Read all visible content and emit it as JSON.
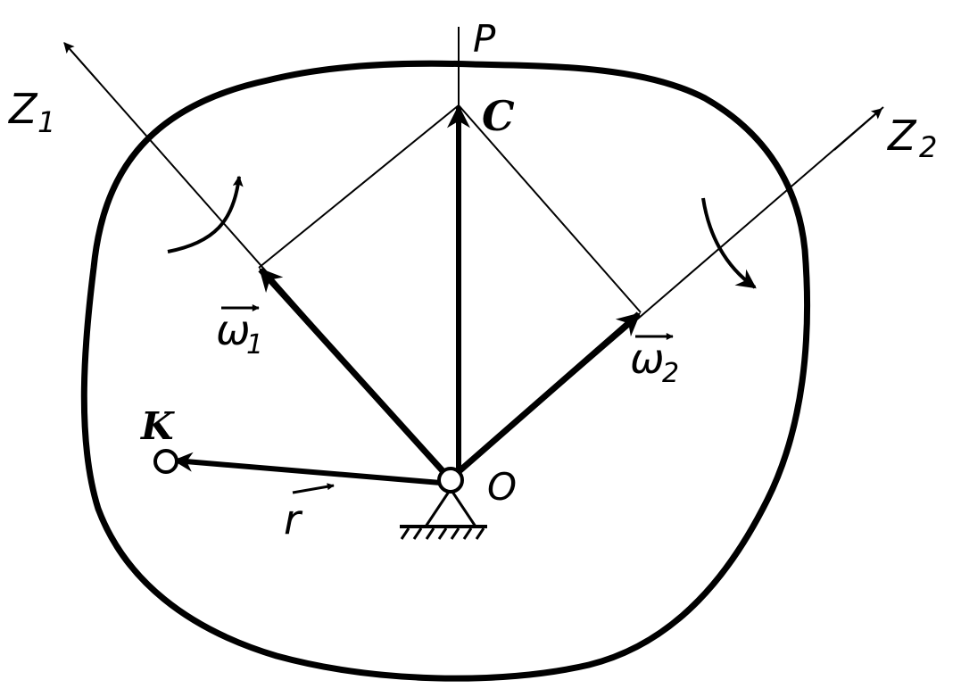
{
  "labels": {
    "axis_z1": "Z",
    "axis_z1_sub": "1",
    "axis_z2": "Z",
    "axis_z2_sub": "2",
    "point_p": "P",
    "point_c": "C",
    "point_k": "K",
    "point_o": "O",
    "omega1": "ω",
    "omega1_sub": "1",
    "omega2": "ω",
    "omega2_sub": "2",
    "radius": "r"
  },
  "colors": {
    "ink": "#000000",
    "background": "#ffffff"
  }
}
